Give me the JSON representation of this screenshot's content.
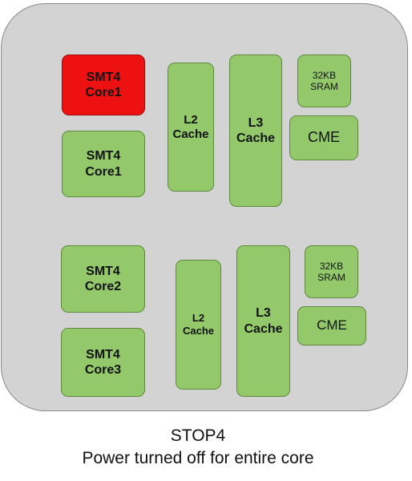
{
  "diagram": {
    "blocks": {
      "core_a_off": "SMT4\nCore1",
      "core_a2": "SMT4\nCore1",
      "l2_top": "L2\nCache",
      "l3_top": "L3\nCache",
      "sram_top": "32KB\nSRAM",
      "cme_top": "CME",
      "core2": "SMT4\nCore2",
      "core3": "SMT4\nCore3",
      "l2_bottom": "L2\nCache",
      "l3_bottom": "L3\nCache",
      "sram_bottom": "32KB\nSRAM",
      "cme_bottom": "CME"
    },
    "caption": {
      "title": "STOP4",
      "subtitle": "Power turned off for entire core"
    },
    "colors": {
      "powered_block": "#93c96b",
      "powered_off_block": "#ee1111",
      "chip_background": "#d3d3d3"
    }
  }
}
